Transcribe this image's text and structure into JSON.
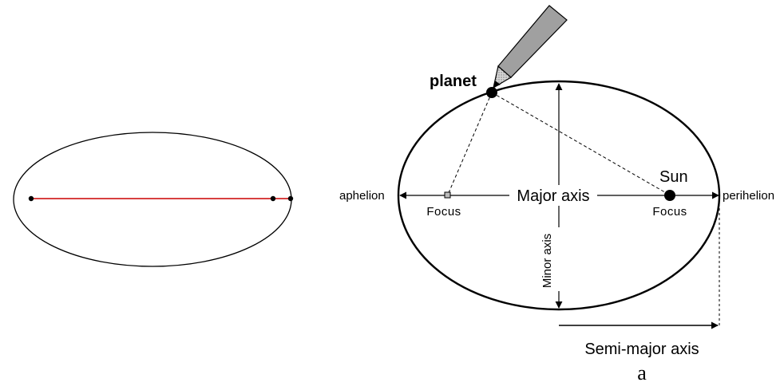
{
  "left_figure": {
    "ellipse_stroke": "#000000",
    "axis_line_color": "#cc0000",
    "point_color": "#000000"
  },
  "right_figure": {
    "labels": {
      "planet": "planet",
      "sun": "Sun",
      "major_axis": "Major axis",
      "minor_axis": "Minor axis",
      "aphelion": "aphelion",
      "perihelion": "perihelion",
      "focus_left": "Focus",
      "focus_right": "Focus",
      "semi_major_axis": "Semi-major axis"
    },
    "colors": {
      "pencil_body": "#a0a0a0",
      "pencil_tip": "#c8c8c8",
      "ink": "#000000"
    }
  },
  "caption": "a"
}
